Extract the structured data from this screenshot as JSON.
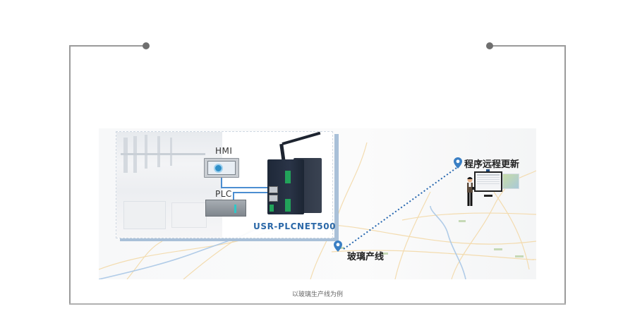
{
  "diagram": {
    "device_labels": {
      "hmi": "HMI",
      "plc": "PLC",
      "gateway_model": "USR-PLCNET500"
    },
    "locations": {
      "remote": "程序远程更新",
      "factory": "玻璃产线"
    },
    "caption": "以玻璃生产线为例",
    "colors": {
      "accent_blue": "#2b68a8",
      "wire_blue": "#4c8ed1",
      "pin_blue": "#3a7fc4",
      "frame_gray": "#9a9a9a",
      "dot_gray": "#6f6f6f",
      "link_dotted": "#2667b0"
    },
    "icons": {
      "location_pin": "map-pin-icon",
      "engineer": "engineer-icon",
      "monitor": "monitor-icon",
      "antenna": "antenna-icon"
    }
  }
}
